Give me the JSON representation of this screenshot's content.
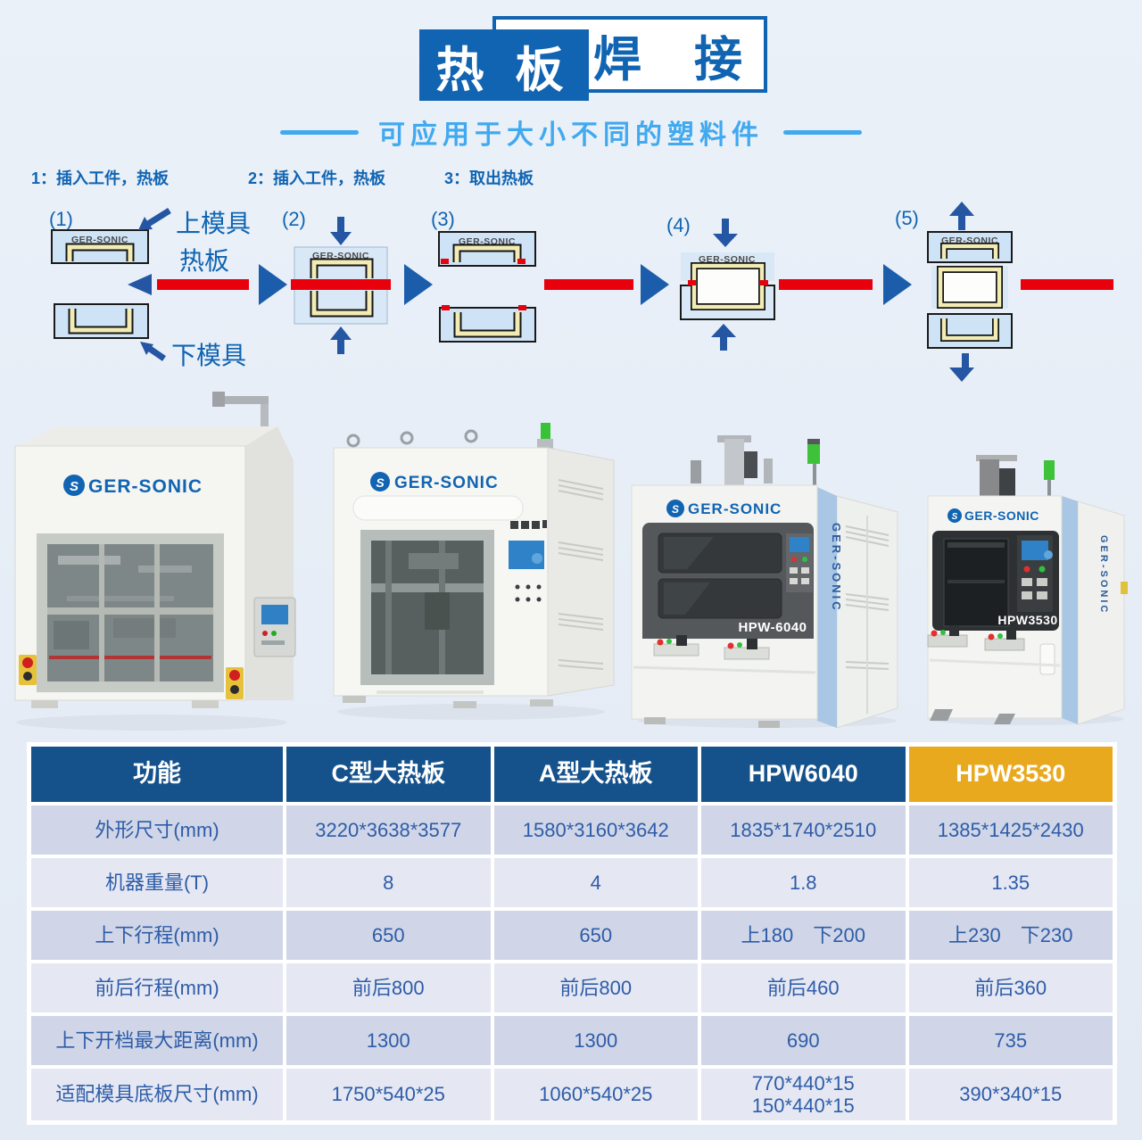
{
  "header": {
    "title_left": "热 板",
    "title_right": "焊 接",
    "subtitle": "可应用于大小不同的塑料件"
  },
  "process": {
    "captions": [
      "1：插入工件，热板",
      "2：插入工件，热板",
      "3：取出热板"
    ],
    "steps": [
      "(1)",
      "(2)",
      "(3)",
      "(4)",
      "(5)"
    ],
    "upper_mold": "上模具",
    "hot_plate": "热板",
    "lower_mold": "下模具",
    "mold_brand": "GER-SONIC"
  },
  "machines": {
    "brand": "GER-SONIC",
    "hpw6040_label": "HPW-6040",
    "hpw3530_label": "HPW3530",
    "side_text": "GER-SONIC"
  },
  "spec_table": {
    "columns": [
      "功能",
      "C型大热板",
      "A型大热板",
      "HPW6040",
      "HPW3530"
    ],
    "rows": [
      {
        "label": "外形尺寸(mm)",
        "values": [
          "3220*3638*3577",
          "1580*3160*3642",
          "1835*1740*2510",
          "1385*1425*2430"
        ]
      },
      {
        "label": "机器重量(T)",
        "values": [
          "8",
          "4",
          "1.8",
          "1.35"
        ]
      },
      {
        "label": "上下行程(mm)",
        "values": [
          "650",
          "650",
          "上180　下200",
          "上230　下230"
        ]
      },
      {
        "label": "前后行程(mm)",
        "values": [
          "前后800",
          "前后800",
          "前后460",
          "前后360"
        ]
      },
      {
        "label": "上下开档最大距离(mm)",
        "values": [
          "1300",
          "1300",
          "690",
          "735"
        ]
      },
      {
        "label": "适配模具底板尺寸(mm)",
        "values": [
          "1750*540*25",
          "1060*540*25",
          "770*440*15\n150*440*15",
          "390*340*15"
        ]
      }
    ]
  },
  "colors": {
    "brand_blue": "#1064b2",
    "subtitle_blue": "#41a9ef",
    "arrow_blue": "#2456a3",
    "hot_plate_red": "#e8000d",
    "table_header_blue": "#15528c",
    "table_header_gold": "#e9a91e",
    "row_dark": "#d0d6e7",
    "row_light": "#e5e8f3",
    "cell_text": "#2e5ca8"
  }
}
